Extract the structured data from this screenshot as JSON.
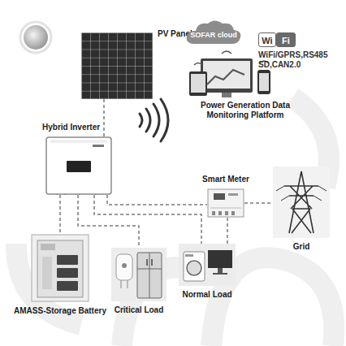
{
  "diagram": {
    "nodes": [
      {
        "text": [
          "PV Panels"
        ]
      },
      {
        "text": [
          "SOFAR cloud"
        ]
      },
      {
        "text": [
          "Power Generation Data Monitoring Platform"
        ]
      },
      {
        "text": [
          "Hybrid Inverter"
        ]
      },
      {
        "text": [
          "Smart Meter"
        ]
      },
      {
        "text": [
          "Grid"
        ]
      },
      {
        "text": [
          "AMASS-Storage Battery"
        ]
      },
      {
        "text": [
          "Critical Load"
        ]
      },
      {
        "text": [
          "Normal Load"
        ]
      }
    ],
    "edges": [
      {
        "from": 0,
        "to": 3,
        "arrow": "none"
      },
      {
        "from": 3,
        "to": 6,
        "arrow": "none"
      },
      {
        "from": 3,
        "to": 7,
        "arrow": "none"
      },
      {
        "from": 3,
        "to": 8,
        "arrow": "none"
      },
      {
        "from": 3,
        "to": 4,
        "arrow": "none"
      },
      {
        "from": 4,
        "to": 5,
        "arrow": "none"
      },
      {
        "from": 4,
        "to": 8,
        "arrow": "none"
      }
    ],
    "labels": [
      "Wi",
      "Fi",
      "WiFi/GPRS,RS485 SD,CAN2.0"
    ]
  }
}
